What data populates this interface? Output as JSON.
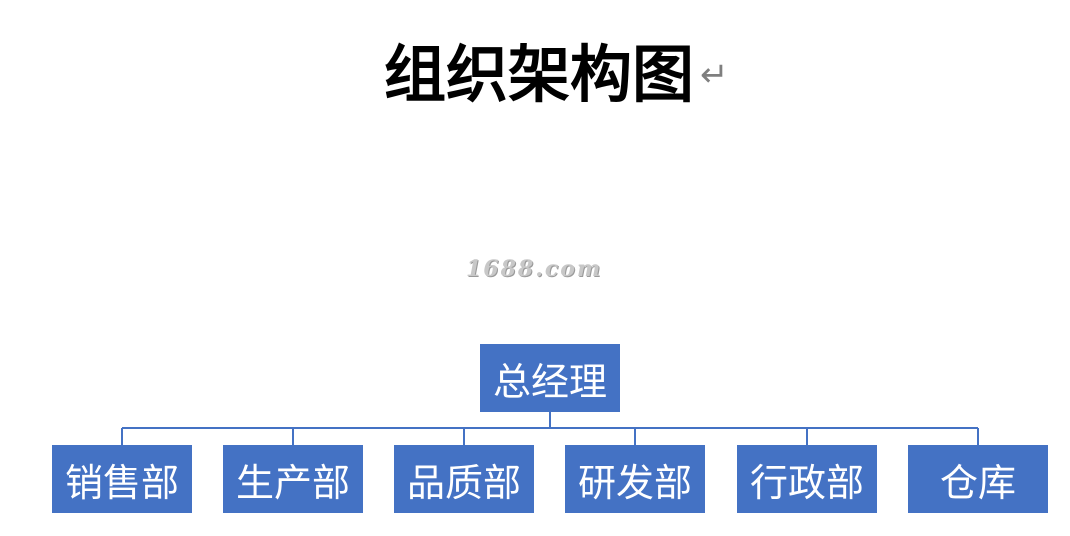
{
  "title": "组织架构图",
  "paragraph_mark": "↵",
  "watermark": "1688.com",
  "org": {
    "root": "总经理",
    "departments": [
      "销售部",
      "生产部",
      "品质部",
      "研发部",
      "行政部",
      "仓库"
    ]
  },
  "colors": {
    "box_fill": "#4472c4",
    "box_text": "#ffffff",
    "connector": "#4472c4",
    "title": "#000000"
  }
}
